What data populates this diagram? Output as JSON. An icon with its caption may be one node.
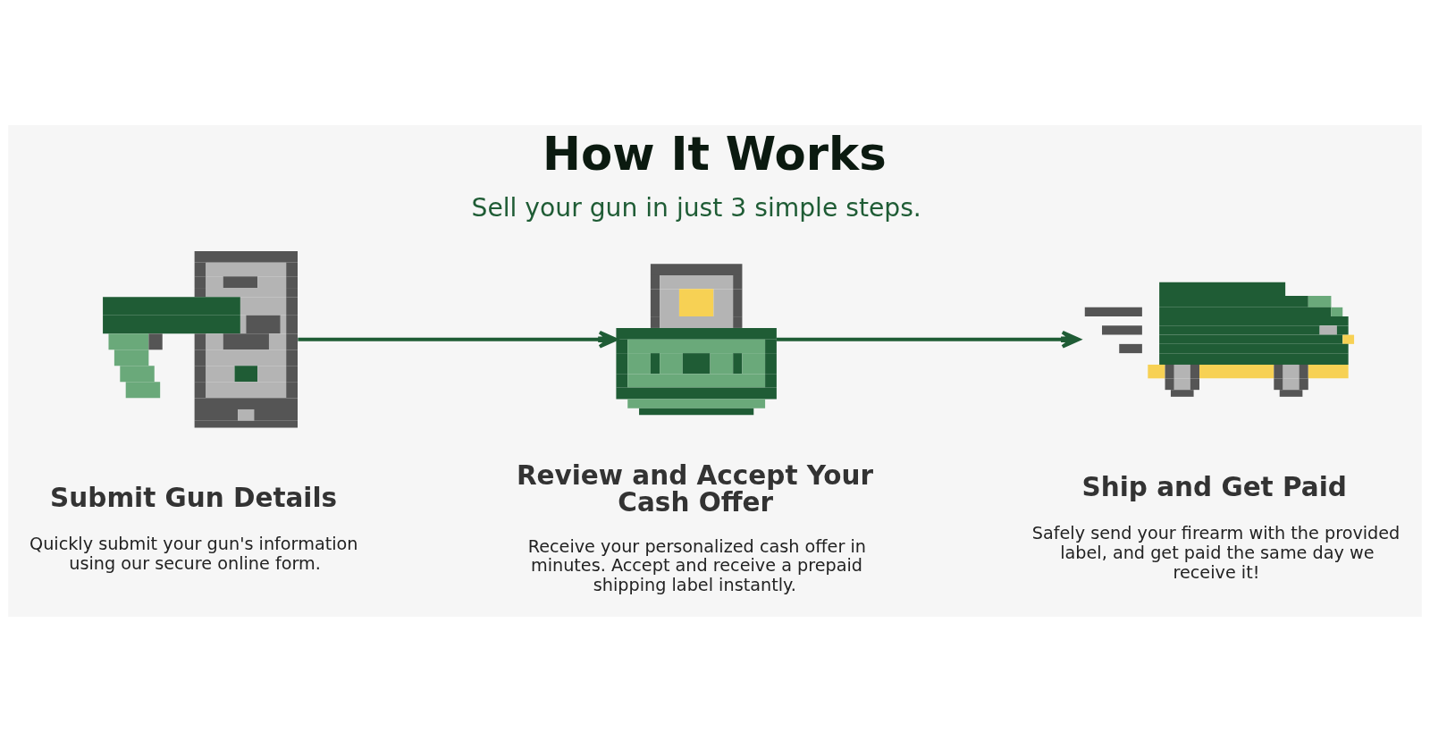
{
  "diagram": {
    "title": "How It Works",
    "nodes": [
      {
        "text": [],
        "shape": "picture",
        "beside": [
          "Submit Gun Details",
          "Quickly submit your gun's information using our secure online form."
        ]
      },
      {
        "text": [],
        "shape": "picture",
        "beside": [
          "Review and Accept Your Cash Offer",
          "Receive your personalized cash offer in minutes. Accept and receive a prepaid shipping label instantly."
        ]
      },
      {
        "text": [],
        "shape": "picture",
        "beside": [
          "Ship and Get Paid",
          "Safely send your firearm with the provided label, and get paid the same day we receive it!"
        ]
      }
    ],
    "edges": [
      {
        "from": 0,
        "to": 1,
        "arrow": "to"
      },
      {
        "from": 1,
        "to": 2,
        "arrow": "to"
      }
    ],
    "labels": [
      "Sell your gun in just 3 simple steps."
    ]
  }
}
